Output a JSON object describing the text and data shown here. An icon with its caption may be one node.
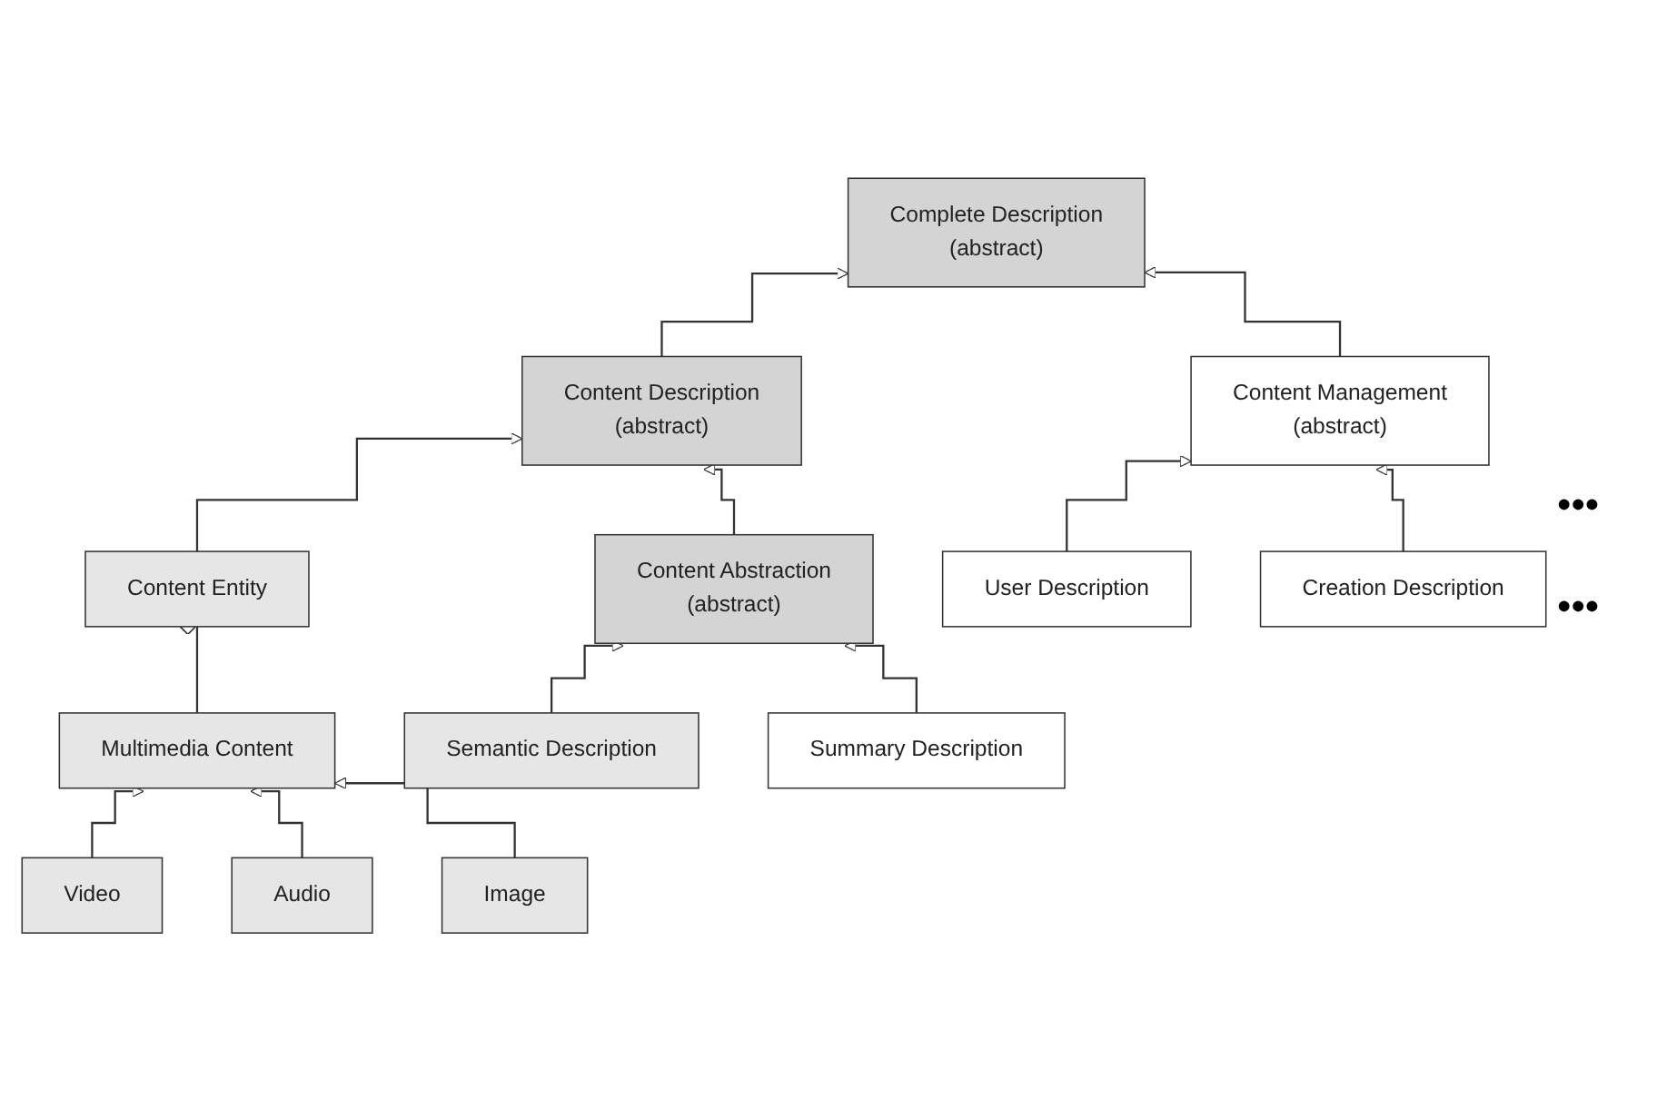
{
  "diagram": {
    "nodes": [
      {
        "text": [
          "Complete Description",
          "(abstract)"
        ]
      },
      {
        "text": [
          "Content Description",
          "(abstract)"
        ]
      },
      {
        "text": [
          "Content Management",
          "(abstract)"
        ]
      },
      {
        "text": [
          "Content Entity"
        ]
      },
      {
        "text": [
          "Content Abstraction",
          "(abstract)"
        ]
      },
      {
        "text": [
          "User Description"
        ]
      },
      {
        "text": [
          "Creation Description"
        ]
      },
      {
        "text": [
          "Multimedia Content"
        ]
      },
      {
        "text": [
          "Semantic Description"
        ]
      },
      {
        "text": [
          "Summary Description"
        ]
      },
      {
        "text": [
          "Video"
        ]
      },
      {
        "text": [
          "Audio"
        ]
      },
      {
        "text": [
          "Image"
        ]
      }
    ],
    "edges": [
      {
        "from": 1,
        "to": 0,
        "arrow": "to"
      },
      {
        "from": 2,
        "to": 0,
        "arrow": "to"
      },
      {
        "from": 3,
        "to": 1,
        "arrow": "to"
      },
      {
        "from": 4,
        "to": 1,
        "arrow": "to"
      },
      {
        "from": 5,
        "to": 2,
        "arrow": "to"
      },
      {
        "from": 6,
        "to": 2,
        "arrow": "to"
      },
      {
        "from": 7,
        "to": 3,
        "arrow": "other"
      },
      {
        "from": 8,
        "to": 4,
        "arrow": "to"
      },
      {
        "from": 9,
        "to": 4,
        "arrow": "to"
      },
      {
        "from": 10,
        "to": 7,
        "arrow": "to"
      },
      {
        "from": 11,
        "to": 7,
        "arrow": "to"
      },
      {
        "from": 12,
        "to": 7,
        "arrow": "to"
      }
    ],
    "labels": [
      "•••",
      "•••"
    ]
  }
}
